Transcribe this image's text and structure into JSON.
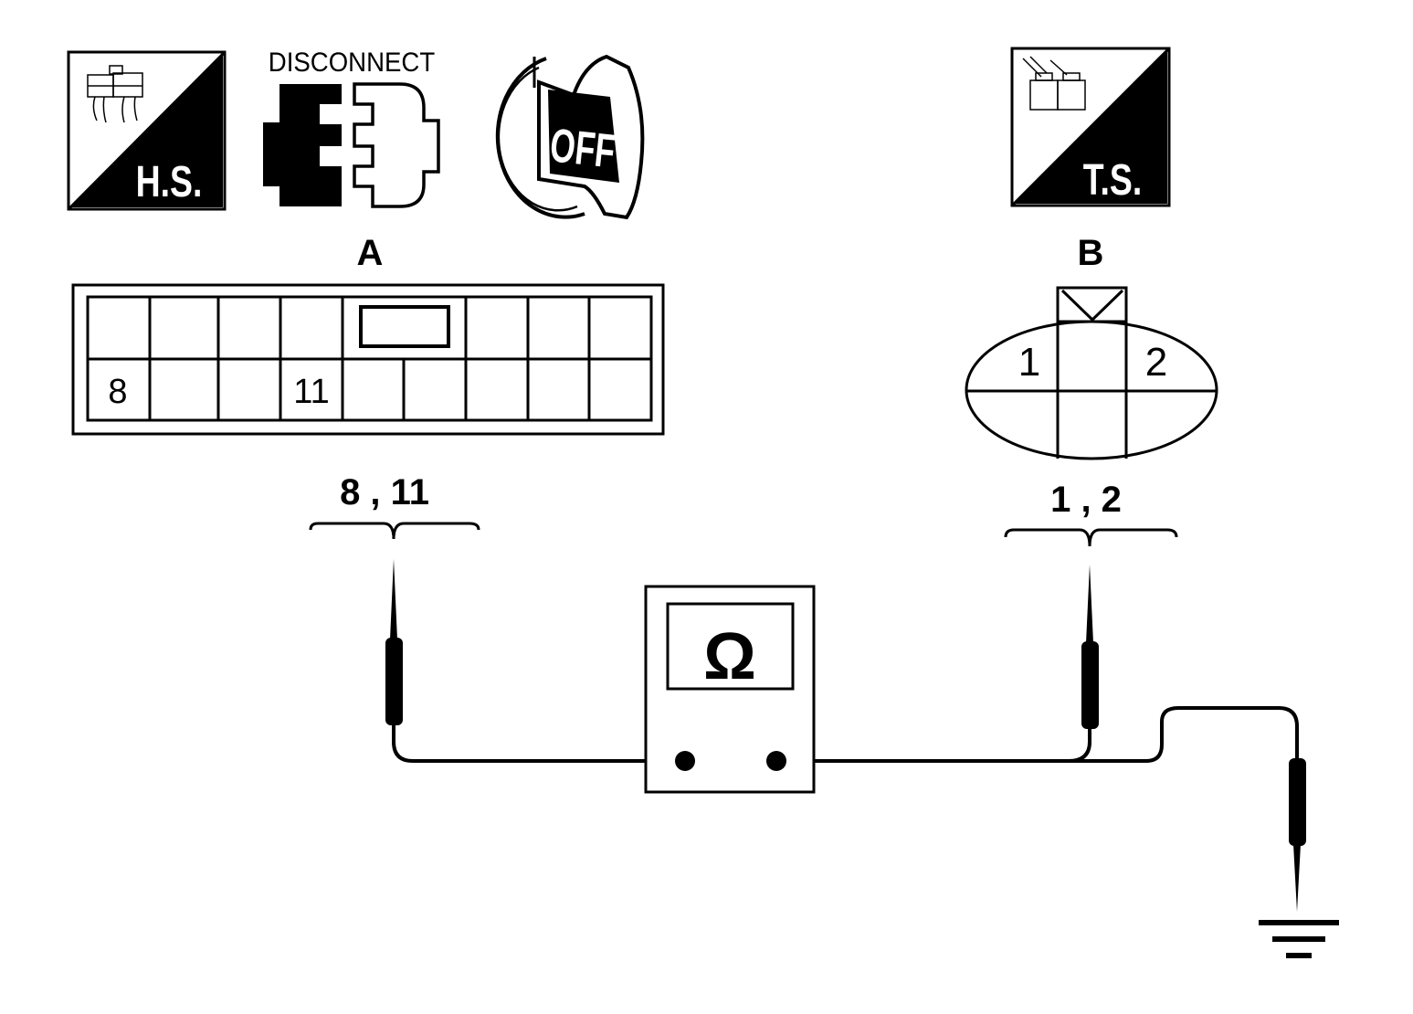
{
  "icons": {
    "harness_side": {
      "label": "H.S.",
      "icon": "harness-side-icon"
    },
    "disconnect": {
      "label": "DISCONNECT",
      "icon": "disconnect-connector-icon"
    },
    "ignition": {
      "label": "OFF",
      "icon": "ignition-key-off-icon"
    },
    "terminal_side": {
      "label": "T.S.",
      "icon": "terminal-side-icon"
    }
  },
  "connector_a": {
    "letter": "A",
    "terminal_labels": [
      "8",
      "11"
    ],
    "probe_label": "8 , 11"
  },
  "connector_b": {
    "letter": "B",
    "terminal_labels": [
      "1",
      "2"
    ],
    "probe_label": "1 , 2"
  },
  "meter": {
    "symbol": "Ω",
    "icon": "ohmmeter-icon"
  },
  "ground": {
    "icon": "ground-icon"
  },
  "colors": {
    "ink": "#000000",
    "paper": "#ffffff"
  }
}
